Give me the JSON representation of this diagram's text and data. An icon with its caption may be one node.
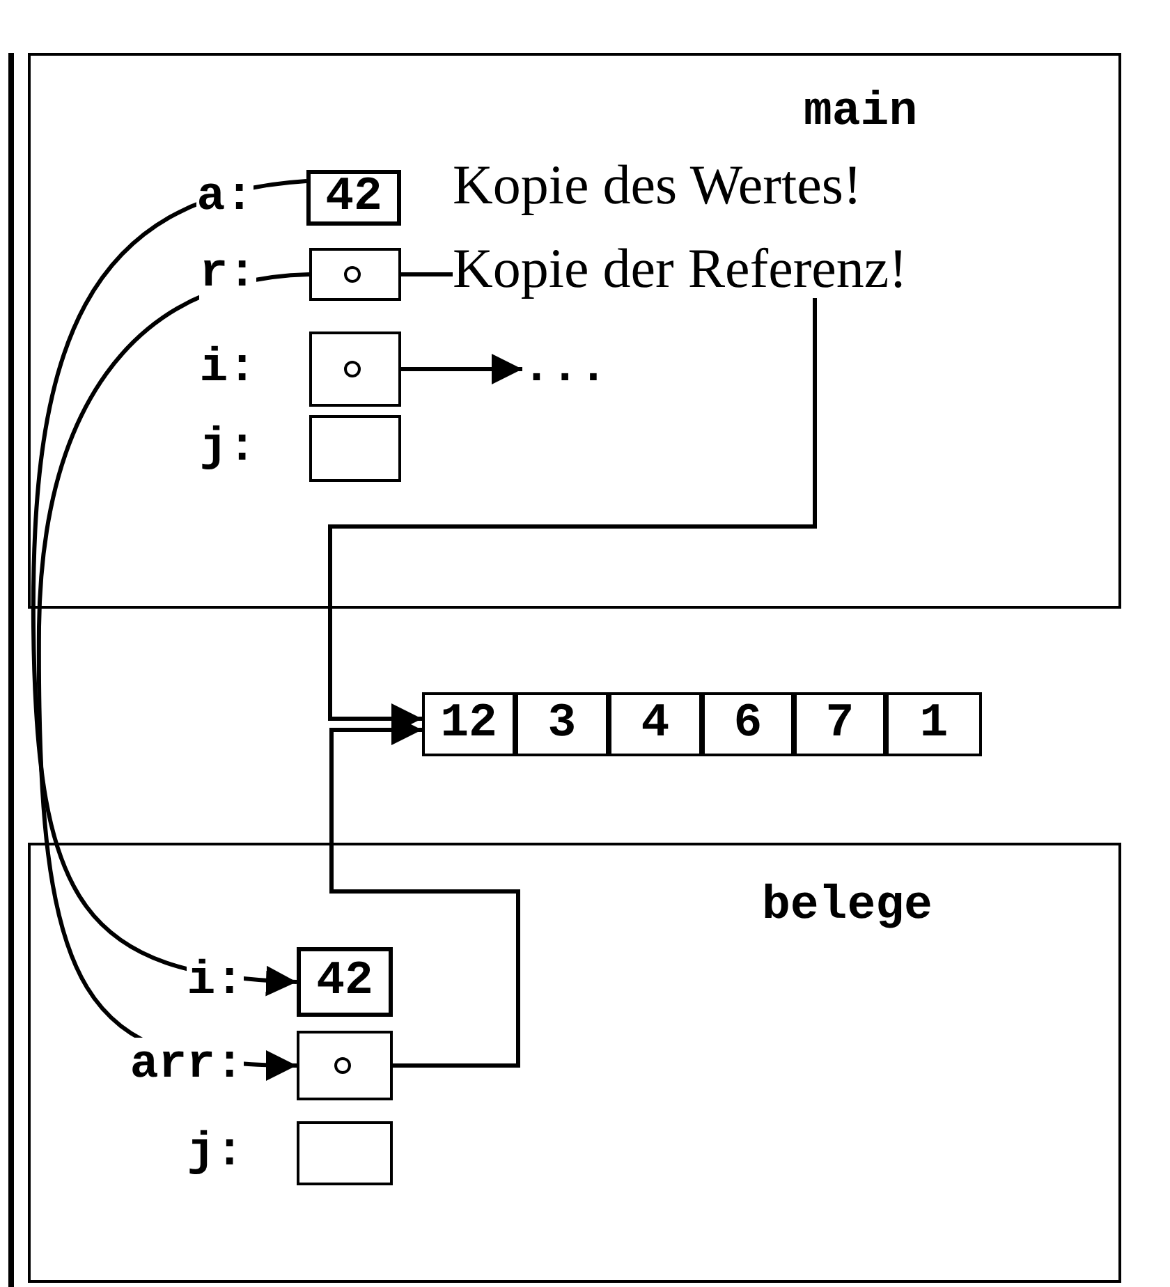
{
  "diagram": {
    "nodes": [
      {
        "text": [
          "main"
        ]
      },
      {
        "text": [
          "42"
        ],
        "in": 0,
        "beside": [
          "a:"
        ]
      },
      {
        "text": [],
        "shape": "box",
        "in": 0,
        "beside": [
          "r:"
        ]
      },
      {
        "text": [],
        "shape": "box",
        "in": 0,
        "beside": [
          "i:"
        ]
      },
      {
        "text": [
          "..."
        ],
        "in": 0
      },
      {
        "text": [],
        "shape": "box",
        "in": 0,
        "beside": [
          "j:"
        ]
      },
      {
        "text": [
          "12"
        ]
      },
      {
        "text": [
          "3"
        ]
      },
      {
        "text": [
          "4"
        ]
      },
      {
        "text": [
          "6"
        ]
      },
      {
        "text": [
          "7"
        ]
      },
      {
        "text": [
          "1"
        ]
      },
      {
        "text": [
          "belege"
        ]
      },
      {
        "text": [
          "42"
        ],
        "in": 12,
        "beside": [
          "i:"
        ]
      },
      {
        "text": [],
        "shape": "box",
        "in": 12,
        "beside": [
          "arr:"
        ]
      },
      {
        "text": [],
        "shape": "box",
        "in": 12,
        "beside": [
          "j:"
        ]
      }
    ],
    "edges": [
      {
        "from": 1,
        "to": 13,
        "arrow": "to"
      },
      {
        "from": 2,
        "to": 14,
        "arrow": "to"
      },
      {
        "from": 2,
        "to": 6,
        "arrow": "to"
      },
      {
        "from": 3,
        "to": 4,
        "arrow": "to"
      },
      {
        "from": 14,
        "to": 6,
        "arrow": "to"
      }
    ],
    "labels": [
      "Kopie des Wertes!",
      "Kopie der Referenz!"
    ]
  }
}
